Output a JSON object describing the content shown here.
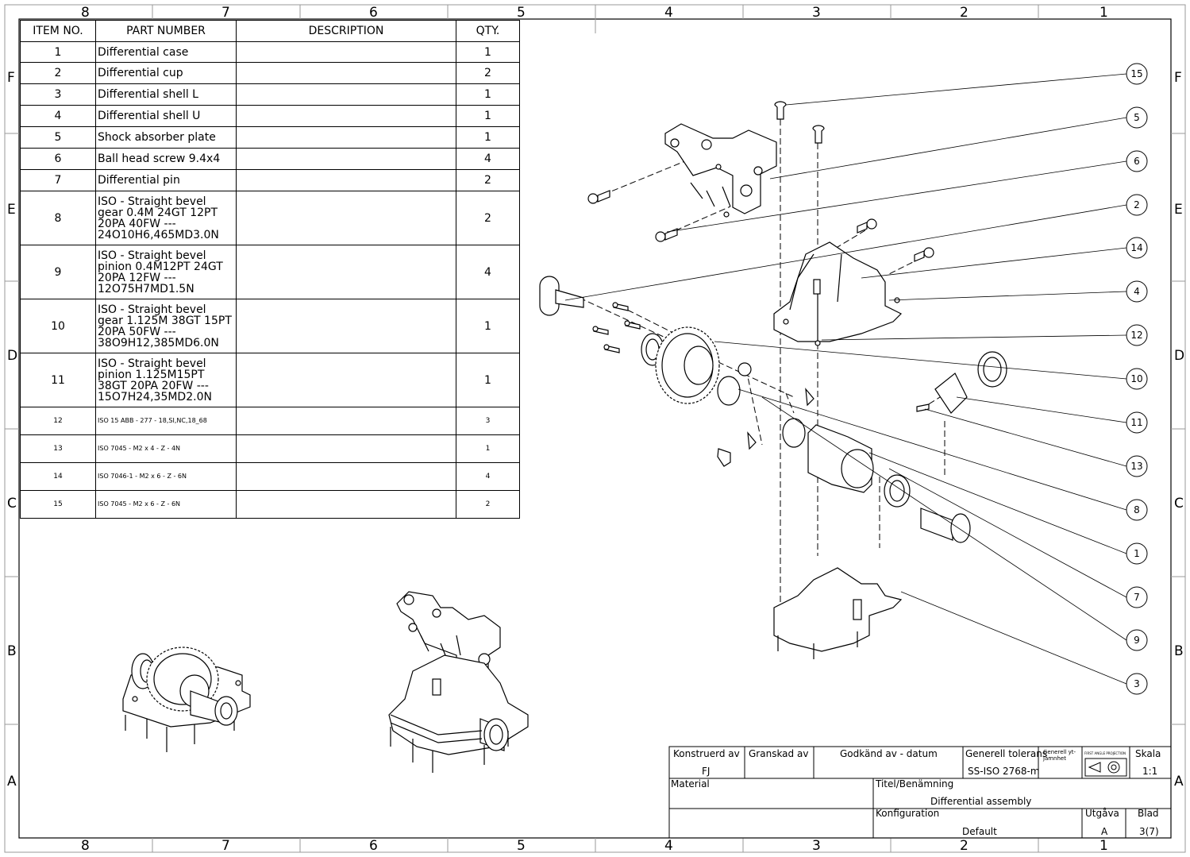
{
  "zones": {
    "columns": [
      "8",
      "7",
      "6",
      "5",
      "4",
      "3",
      "2",
      "1"
    ],
    "rows": [
      "F",
      "E",
      "D",
      "C",
      "B",
      "A"
    ]
  },
  "bom": {
    "headers": {
      "item": "ITEM NO.",
      "part": "PART NUMBER",
      "desc": "DESCRIPTION",
      "qty": "QTY."
    },
    "rows": [
      {
        "item": "1",
        "part": "Differential case",
        "desc": "",
        "qty": "1"
      },
      {
        "item": "2",
        "part": "Differential cup",
        "desc": "",
        "qty": "2"
      },
      {
        "item": "3",
        "part": "Differential shell L",
        "desc": "",
        "qty": "1"
      },
      {
        "item": "4",
        "part": "Differential shell U",
        "desc": "",
        "qty": "1"
      },
      {
        "item": "5",
        "part": "Shock absorber plate",
        "desc": "",
        "qty": "1"
      },
      {
        "item": "6",
        "part": "Ball head screw 9.4x4",
        "desc": "",
        "qty": "4"
      },
      {
        "item": "7",
        "part": "Differential pin",
        "desc": "",
        "qty": "2"
      },
      {
        "item": "8",
        "part": "ISO - Straight bevel gear 0.4M 24GT 12PT 20PA 40FW --- 24O10H6,465MD3.0N",
        "desc": "",
        "qty": "2"
      },
      {
        "item": "9",
        "part": "ISO - Straight bevel pinion 0.4M12PT 24GT 20PA 12FW --- 12O75H7MD1.5N",
        "desc": "",
        "qty": "4"
      },
      {
        "item": "10",
        "part": "ISO - Straight bevel gear 1.125M 38GT 15PT 20PA 50FW --- 38O9H12,385MD6.0N",
        "desc": "",
        "qty": "1"
      },
      {
        "item": "11",
        "part": "ISO - Straight bevel pinion 1.125M15PT 38GT 20PA 20FW --- 15O7H24,35MD2.0N",
        "desc": "",
        "qty": "1"
      },
      {
        "item": "12",
        "part": "ISO 15 ABB - 277 - 18,SI,NC,18_68",
        "desc": "",
        "qty": "3"
      },
      {
        "item": "13",
        "part": "ISO 7045 - M2 x 4 - Z - 4N",
        "desc": "",
        "qty": "1"
      },
      {
        "item": "14",
        "part": "ISO 7046-1 - M2 x 6 - Z - 6N",
        "desc": "",
        "qty": "4"
      },
      {
        "item": "15",
        "part": "ISO 7045 - M2 x 6 - Z - 6N",
        "desc": "",
        "qty": "2"
      }
    ]
  },
  "balloons": [
    "15",
    "5",
    "6",
    "2",
    "14",
    "4",
    "12",
    "10",
    "11",
    "13",
    "8",
    "1",
    "7",
    "9",
    "3"
  ],
  "title_block": {
    "konstruerad_label": "Konstruerd av",
    "konstruerad_value": "FJ",
    "granskad_label": "Granskad av",
    "godkand_label": "Godkänd av - datum",
    "tolerans_label": "Generell tolerans",
    "tolerans_value": "SS-ISO 2768-m",
    "ytjamnhet_label": "Generell yt-jämnhet",
    "projection_label": "FIRST ANGLE PROJECTION",
    "skala_label": "Skala",
    "skala_value": "1:1",
    "material_label": "Material",
    "titel_label": "Titel/Benämning",
    "titel_value": "Differential assembly",
    "konfiguration_label": "Konfiguration",
    "konfiguration_value": "Default",
    "utgava_label": "Utgåva",
    "utgava_value": "A",
    "blad_label": "Blad",
    "blad_value": "3(7)"
  }
}
